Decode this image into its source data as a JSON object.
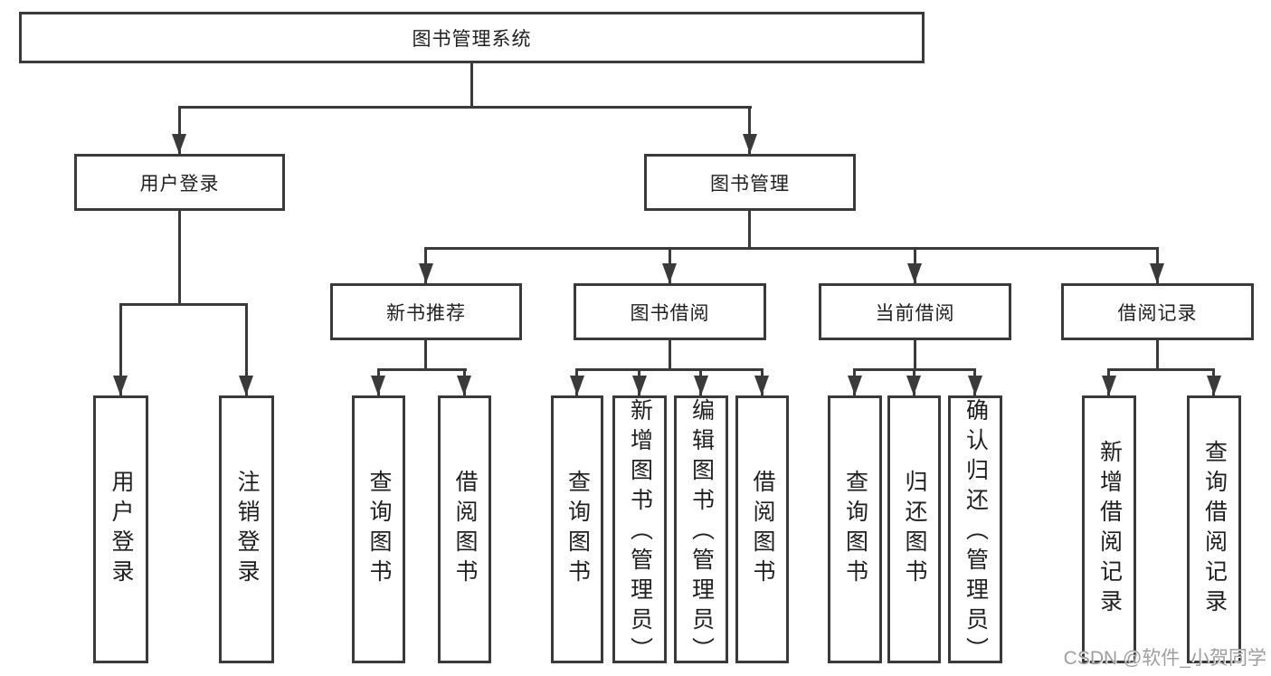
{
  "diagram": {
    "root": "图书管理系统",
    "nodes": {
      "user_login": "用户登录",
      "book_mgmt": "图书管理",
      "new_books": "新书推荐",
      "book_borrow": "图书借阅",
      "current_borrow": "当前借阅",
      "borrow_records": "借阅记录"
    },
    "leaves": {
      "user_login": [
        "用户登录",
        "注销登录"
      ],
      "new_books": [
        "查询图书",
        "借阅图书"
      ],
      "book_borrow": [
        "查询图书",
        "新增图书（管理员）",
        "编辑图书（管理员）",
        "借阅图书"
      ],
      "current_borrow": [
        "查询图书",
        "归还图书",
        "确认归还（管理员）"
      ],
      "borrow_records": [
        "新增借阅记录",
        "查询借阅记录"
      ]
    }
  },
  "watermark": "CSDN @软件_小贺同学",
  "colors": {
    "line": "#3a3a3a",
    "text": "#1f1f1f",
    "watermark": "#9e9e9e",
    "background": "#ffffff"
  }
}
